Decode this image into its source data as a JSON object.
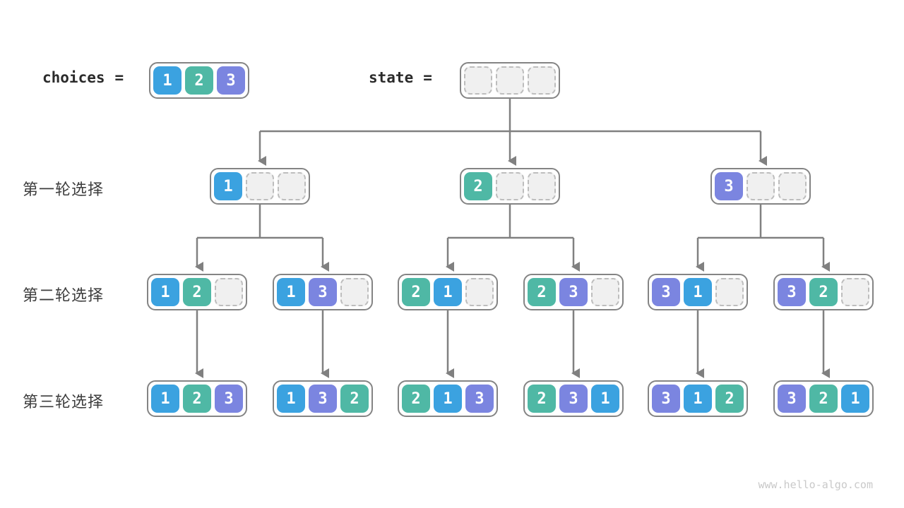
{
  "colors": {
    "1": "#3ba2e0",
    "2": "#4fb8a5",
    "3": "#7b85e0",
    "arrow": "#808080",
    "border": "#848484"
  },
  "header": {
    "choices_label": "choices",
    "eq": "=",
    "choices": [
      1,
      2,
      3
    ],
    "state_label": "state",
    "state": [
      null,
      null,
      null
    ]
  },
  "rows": [
    {
      "label": "第一轮选择",
      "nodes": [
        [
          1,
          null,
          null
        ],
        [
          2,
          null,
          null
        ],
        [
          3,
          null,
          null
        ]
      ]
    },
    {
      "label": "第二轮选择",
      "nodes": [
        [
          1,
          2,
          null
        ],
        [
          1,
          3,
          null
        ],
        [
          2,
          1,
          null
        ],
        [
          2,
          3,
          null
        ],
        [
          3,
          1,
          null
        ],
        [
          3,
          2,
          null
        ]
      ]
    },
    {
      "label": "第三轮选择",
      "nodes": [
        [
          1,
          2,
          3
        ],
        [
          1,
          3,
          2
        ],
        [
          2,
          1,
          3
        ],
        [
          2,
          3,
          1
        ],
        [
          3,
          1,
          2
        ],
        [
          3,
          2,
          1
        ]
      ]
    }
  ],
  "footer": {
    "watermark": "www.hello-algo.com"
  }
}
